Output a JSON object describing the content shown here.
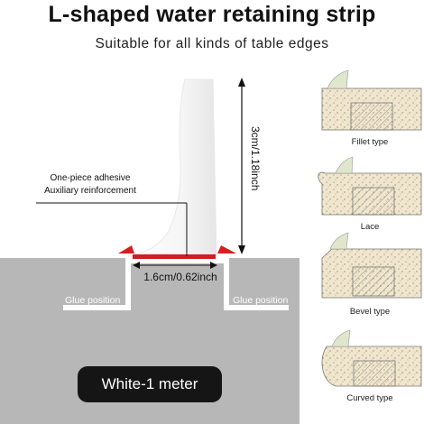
{
  "header": {
    "title": "L-shaped water retaining strip",
    "subtitle": "Suitable for all kinds of table edges"
  },
  "diagram": {
    "adhesive_label_line1": "One-piece adhesive",
    "adhesive_label_line2": "Auxiliary reinforcement",
    "height_measure": "3cm/1.18inch",
    "width_measure": "1.6cm/0.62inch",
    "glue_left": "Glue position",
    "glue_right": "Glue position",
    "length_badge": "White-1 meter",
    "colors": {
      "table": "#b7b7b7",
      "tape": "#cc1f1f",
      "strip": "#f4f4f4",
      "badge": "#151515"
    }
  },
  "edge_types": [
    {
      "label": "Fillet type"
    },
    {
      "label": "Lace"
    },
    {
      "label": "Bevel type"
    },
    {
      "label": "Curved type"
    }
  ]
}
